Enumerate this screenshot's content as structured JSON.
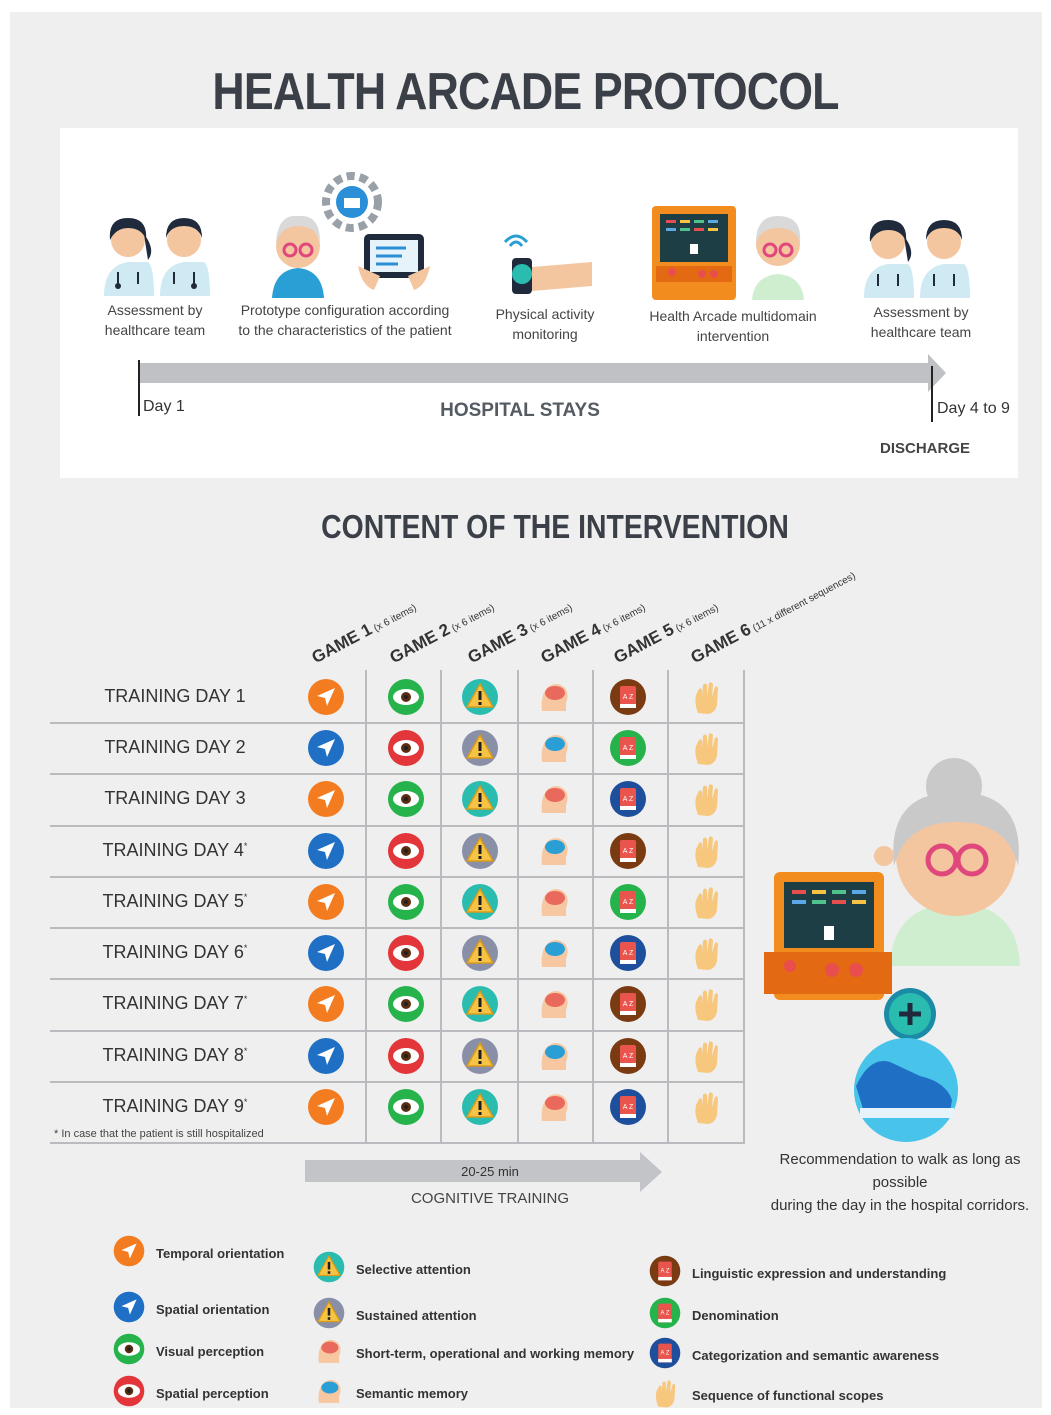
{
  "title": "HEALTH ARCADE PROTOCOL",
  "timeline": {
    "steps": [
      {
        "caption": "Assessment by\nhealthcare team",
        "icon": "doctors-icon"
      },
      {
        "caption": "Prototype configuration according\nto the characteristics of the patient",
        "icon": "configuration-icon"
      },
      {
        "caption": "Physical activity\nmonitoring",
        "icon": "smartwatch-icon"
      },
      {
        "caption": "Health Arcade multidomain\nintervention",
        "icon": "arcade-machine-icon"
      },
      {
        "caption": "Assessment by\nhealthcare team",
        "icon": "doctors-icon"
      }
    ],
    "start_label": "Day 1",
    "end_label": "Day 4 to 9",
    "middle_label": "HOSPITAL STAYS",
    "end_event": "DISCHARGE"
  },
  "content_title": "CONTENT OF THE INTERVENTION",
  "games": [
    {
      "name": "GAME 1",
      "items": "(x 6 items)"
    },
    {
      "name": "GAME 2",
      "items": "(x 6 items)"
    },
    {
      "name": "GAME 3",
      "items": "(x 6 items)"
    },
    {
      "name": "GAME 4",
      "items": "(x 6 items)"
    },
    {
      "name": "GAME 5",
      "items": "(x 6 items)"
    },
    {
      "name": "GAME 6",
      "items": "(11 x different sequences)"
    }
  ],
  "training_days": [
    {
      "label": "TRAINING DAY  1",
      "mark": "",
      "cells": [
        "temporal",
        "visual",
        "selective",
        "short-term",
        "linguistic",
        "sequence"
      ]
    },
    {
      "label": "TRAINING DAY  2",
      "mark": "",
      "cells": [
        "spatial-orient",
        "spatial-perc",
        "sustained",
        "semantic",
        "denomination",
        "sequence"
      ]
    },
    {
      "label": "TRAINING DAY  3",
      "mark": "",
      "cells": [
        "temporal",
        "visual",
        "selective",
        "short-term",
        "categorization",
        "sequence"
      ]
    },
    {
      "label": "TRAINING DAY  4",
      "mark": "*",
      "cells": [
        "spatial-orient",
        "spatial-perc",
        "sustained",
        "semantic",
        "linguistic",
        "sequence"
      ]
    },
    {
      "label": "TRAINING DAY  5",
      "mark": "*",
      "cells": [
        "temporal",
        "visual",
        "selective",
        "short-term",
        "denomination",
        "sequence"
      ]
    },
    {
      "label": "TRAINING DAY  6",
      "mark": "*",
      "cells": [
        "spatial-orient",
        "spatial-perc",
        "sustained",
        "semantic",
        "categorization",
        "sequence"
      ]
    },
    {
      "label": "TRAINING DAY  7",
      "mark": "*",
      "cells": [
        "temporal",
        "visual",
        "selective",
        "short-term",
        "linguistic",
        "sequence"
      ]
    },
    {
      "label": "TRAINING DAY  8",
      "mark": "*",
      "cells": [
        "spatial-orient",
        "spatial-perc",
        "sustained",
        "semantic",
        "linguistic",
        "sequence"
      ]
    },
    {
      "label": "TRAINING DAY  9",
      "mark": "*",
      "cells": [
        "temporal",
        "visual",
        "selective",
        "short-term",
        "categorization",
        "sequence"
      ]
    }
  ],
  "footnote": "* In case that the patient is still hospitalized",
  "cognitive": {
    "duration": "20-25 min",
    "label": "COGNITIVE TRAINING"
  },
  "recommendation": "Recommendation to walk as long as possible\nduring the day in the hospital corridors.",
  "legend": [
    {
      "key": "temporal",
      "label": "Temporal orientation",
      "color": "#f47c20"
    },
    {
      "key": "spatial-orient",
      "label": "Spatial orientation",
      "color": "#1f6fc5"
    },
    {
      "key": "visual",
      "label": "Visual perception",
      "color": "#27b34b"
    },
    {
      "key": "spatial-perc",
      "label": "Spatial perception",
      "color": "#e2363a"
    },
    {
      "key": "selective",
      "label": "Selective attention",
      "color": "#2bbcb0"
    },
    {
      "key": "sustained",
      "label": "Sustained attention",
      "color": "#8a8fa8"
    },
    {
      "key": "short-term",
      "label": "Short-term, operational and working memory",
      "color": "#f08a7a"
    },
    {
      "key": "semantic",
      "label": "Semantic memory",
      "color": "#f6c7a0"
    },
    {
      "key": "linguistic",
      "label": "Linguistic expression and understanding",
      "color": "#7a3b12"
    },
    {
      "key": "denomination",
      "label": "Denomination",
      "color": "#27b34b"
    },
    {
      "key": "categorization",
      "label": "Categorization and semantic awareness",
      "color": "#1d4f9c"
    },
    {
      "key": "sequence",
      "label": "Sequence of functional scopes",
      "color": "#f7c77e"
    }
  ]
}
